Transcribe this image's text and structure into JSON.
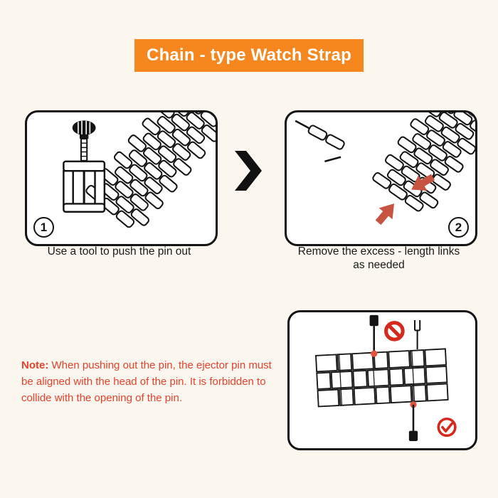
{
  "title": {
    "text": "Chain - type Watch Strap"
  },
  "steps": [
    {
      "number": "1",
      "caption": "Use a tool to push the pin out"
    },
    {
      "number": "2",
      "caption_line1": "Remove the excess - length links",
      "caption_line2": "as needed"
    }
  ],
  "note": {
    "label": "Note:",
    "text": "When pushing out the pin, the ejector pin must be aligned with the head of the pin. It is forbidden to collide with the opening of the pin."
  },
  "icons": {
    "chevron": "chevron-right-icon",
    "prohibition": "prohibition-icon",
    "check": "checkmark-icon",
    "red_arrow": "red-arrow-icon",
    "pin_tool": "pin-removal-tool",
    "watch_band": "watch-band-links"
  },
  "colors": {
    "background": "#FBF7EE",
    "banner_orange": "#F6871F",
    "note_red": "#E8402C",
    "arrow_red": "#C65441",
    "alert_red": "#D6291D",
    "ink": "#141414"
  }
}
